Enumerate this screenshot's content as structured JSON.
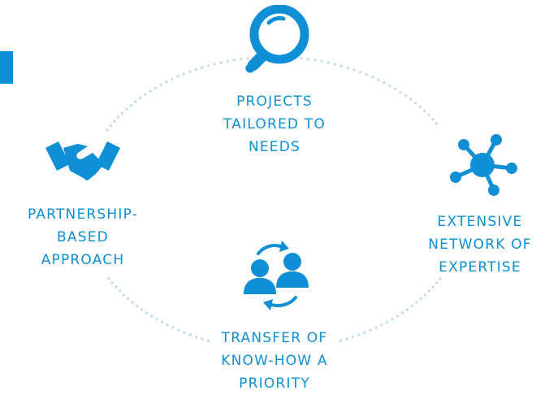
{
  "colors": {
    "accent": "#0f8fd6",
    "dots": "#c7dce8",
    "background": "#ffffff"
  },
  "items": [
    {
      "icon": "magnifier-icon",
      "label_lines": [
        "PROJECTS",
        "TAILORED TO",
        "NEEDS"
      ]
    },
    {
      "icon": "network-icon",
      "label_lines": [
        "EXTENSIVE",
        "NETWORK OF",
        "EXPERTISE"
      ]
    },
    {
      "icon": "exchange-people-icon",
      "label_lines": [
        "TRANSFER OF",
        "KNOW-HOW A",
        "PRIORITY"
      ]
    },
    {
      "icon": "handshake-icon",
      "label_lines": [
        "PARTNERSHIP-",
        "BASED",
        "APPROACH"
      ]
    }
  ]
}
